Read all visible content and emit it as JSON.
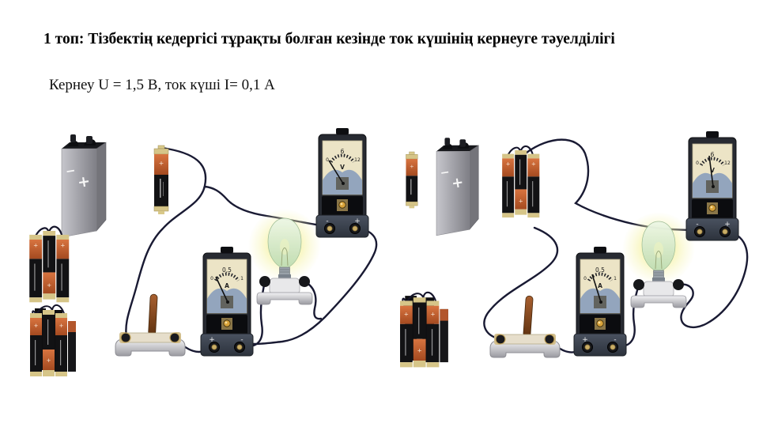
{
  "slide": {
    "title": "1 топ: Тізбектің кедергісі тұрақты болған кезінде ток күшінің кернеуге тәуелділігі",
    "subtitle": "Кернеу  U = 1,5 В, ток күші I= 0,1 А"
  },
  "colors": {
    "background": "#ffffff",
    "wire": "#191a33",
    "battery_orange": "#c25a2d",
    "meter_dial": "#ece4c6",
    "bulb_glow": "#f6f2a2"
  },
  "ammeter": {
    "scale_top": "0,5",
    "scale_left": "0",
    "scale_right": "1",
    "unit": "A",
    "terminal_left": "+",
    "terminal_right": "-"
  },
  "voltmeter": {
    "scale_top": "6",
    "scale_left": "0",
    "scale_right": "12",
    "unit": "V",
    "terminal_left": "-",
    "terminal_right": "+"
  },
  "battery": {
    "minus_mark": "−",
    "plus_mark": "+",
    "cell_plus": "+"
  }
}
